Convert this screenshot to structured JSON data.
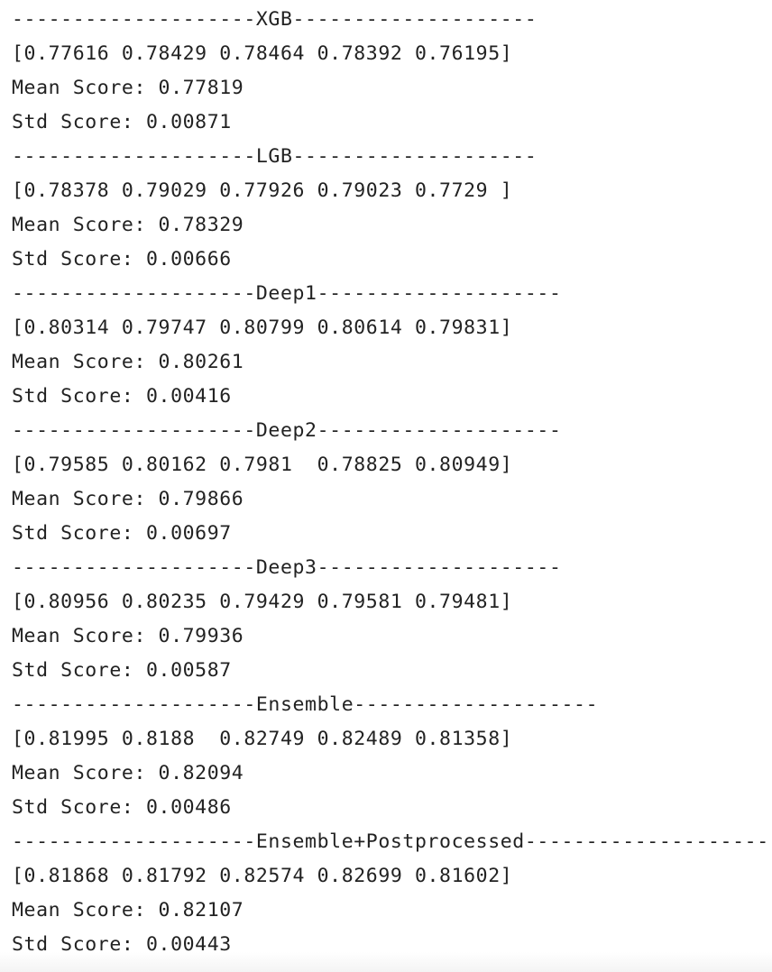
{
  "output": {
    "blocks": [
      {
        "header": "--------------------XGB--------------------",
        "scores": "[0.77616 0.78429 0.78464 0.78392 0.76195]",
        "mean": "Mean Score: 0.77819",
        "std": "Std Score: 0.00871"
      },
      {
        "header": "--------------------LGB--------------------",
        "scores": "[0.78378 0.79029 0.77926 0.79023 0.7729 ]",
        "mean": "Mean Score: 0.78329",
        "std": "Std Score: 0.00666"
      },
      {
        "header": "--------------------Deep1--------------------",
        "scores": "[0.80314 0.79747 0.80799 0.80614 0.79831]",
        "mean": "Mean Score: 0.80261",
        "std": "Std Score: 0.00416"
      },
      {
        "header": "--------------------Deep2--------------------",
        "scores": "[0.79585 0.80162 0.7981  0.78825 0.80949]",
        "mean": "Mean Score: 0.79866",
        "std": "Std Score: 0.00697"
      },
      {
        "header": "--------------------Deep3--------------------",
        "scores": "[0.80956 0.80235 0.79429 0.79581 0.79481]",
        "mean": "Mean Score: 0.79936",
        "std": "Std Score: 0.00587"
      },
      {
        "header": "--------------------Ensemble--------------------",
        "scores": "[0.81995 0.8188  0.82749 0.82489 0.81358]",
        "mean": "Mean Score: 0.82094",
        "std": "Std Score: 0.00486"
      },
      {
        "header": "--------------------Ensemble+Postprocessed--------------------",
        "scores": "[0.81868 0.81792 0.82574 0.82699 0.81602]",
        "mean": "Mean Score: 0.82107",
        "std": "Std Score: 0.00443"
      }
    ]
  }
}
